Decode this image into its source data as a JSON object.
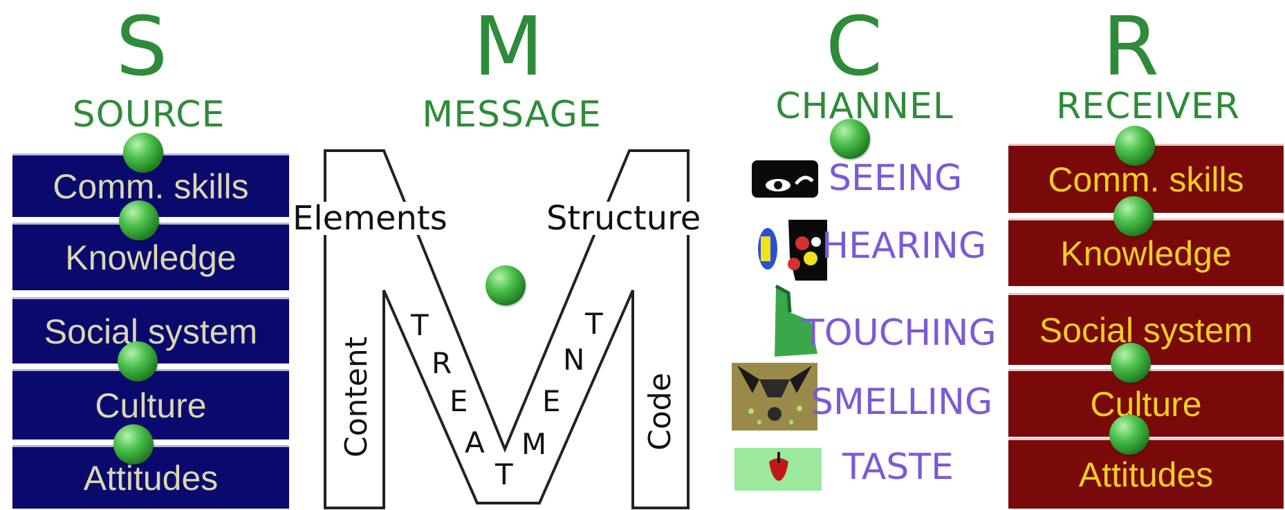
{
  "columns": {
    "source": {
      "letter": "S",
      "word": "SOURCE",
      "color": "#2e8b3a"
    },
    "message": {
      "letter": "M",
      "word": "MESSAGE",
      "color": "#2e8b3a"
    },
    "channel": {
      "letter": "C",
      "word": "CHANNEL",
      "color": "#2e8b3a"
    },
    "receiver": {
      "letter": "R",
      "word": "RECEIVER",
      "color": "#2e8b3a"
    }
  },
  "source_items": [
    "Comm. skills",
    "Knowledge",
    "Social system",
    "Culture",
    "Attitudes"
  ],
  "receiver_items": [
    "Comm. skills",
    "Knowledge",
    "Social system",
    "Culture",
    "Attitudes"
  ],
  "message": {
    "elements": "Elements",
    "structure": "Structure",
    "content": "Content",
    "code": "Code",
    "treatment_letters": [
      "T",
      "R",
      "E",
      "A",
      "T",
      "M",
      "E",
      "N",
      "T"
    ]
  },
  "channel_items": [
    {
      "label": "SEEING",
      "icon": "eye-icon"
    },
    {
      "label": "HEARING",
      "icon": "ear-icon"
    },
    {
      "label": "TOUCHING",
      "icon": "hand-icon"
    },
    {
      "label": "SMELLING",
      "icon": "nose-icon"
    },
    {
      "label": "TASTE",
      "icon": "tongue-icon"
    }
  ],
  "colors": {
    "source_box": "#0a0a6e",
    "source_text": "#dcd7b0",
    "receiver_box": "#7a0a0a",
    "receiver_text": "#f0d020",
    "channel_text": "#7a5ad8",
    "heading": "#2e8b3a"
  }
}
